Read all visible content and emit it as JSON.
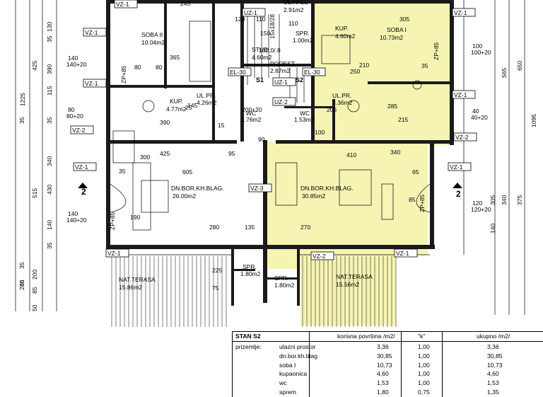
{
  "rooms": {
    "ul_hall": {
      "name": "UL.HALL",
      "area": "2.91m2"
    },
    "soba_ii": {
      "name": "SOBA II",
      "area": "10.04m2"
    },
    "soba_i": {
      "name": "SOBA I",
      "area": "10.73m2"
    },
    "kup_right": {
      "name": "KUP.",
      "area": "4.60m2"
    },
    "spr_top": {
      "name": "SPR.",
      "area": "1.00m2"
    },
    "stub": {
      "name": "STUB",
      "area": "4.60m2"
    },
    "podest": {
      "name": "PODEST",
      "area": "2.87m2"
    },
    "kup_left": {
      "name": "KUP.",
      "area": "4.77m2"
    },
    "ul_pr_left": {
      "name": "UL.PR.",
      "area": "4.26m2"
    },
    "ul_pr_right": {
      "name": "UL.PR.",
      "area": "3.36m2"
    },
    "wc_left": {
      "name": "WC",
      "area": "1.76m2"
    },
    "wc_right": {
      "name": "WC",
      "area": "1.53m2"
    },
    "dn_left": {
      "name": "DN.BOR.KH.BLAG.",
      "area": "26.00m2"
    },
    "dn_right": {
      "name": "DN.BOR.KH.BLAG.",
      "area": "30.85m2"
    },
    "terasa_left": {
      "name": "NAT.TERASA",
      "area": "15.86m2"
    },
    "terasa_right": {
      "name": "NAT.TERASA",
      "area": "15.56m2"
    },
    "spr_left": {
      "name": "SPR.",
      "area": "1.80m2"
    },
    "spr_right": {
      "name": "SPR.",
      "area": "1.80m2"
    }
  },
  "tags": {
    "vz1": "VZ-1",
    "vz2": "VZ-2",
    "vz3": "VZ-3",
    "uz1": "UZ-1",
    "uz2": "UZ-2",
    "el": "EL-30",
    "s1": "S1",
    "s2": "S2",
    "section": "2"
  },
  "dims_left": {
    "total": "1225",
    "parts": [
      "425",
      "515",
      "200",
      "85",
      "50"
    ],
    "inner": [
      "130",
      "35",
      "390",
      "115",
      "35",
      "340",
      "430",
      "140",
      "35",
      "35",
      "280",
      "35",
      "85"
    ],
    "openings": [
      "140\n+20",
      "80\n+20",
      "140\n+20"
    ]
  },
  "dims_right": {
    "total": "1095",
    "parts": [
      "650",
      "375",
      "565",
      "340",
      "305",
      "140"
    ],
    "inner": [
      "100\n+20",
      "40\n+20",
      "120\n+20"
    ]
  },
  "dims_plan": [
    "245",
    "110",
    "305",
    "365",
    "425",
    "605",
    "410",
    "95",
    "280",
    "270",
    "135",
    "190",
    "85",
    "65",
    "35",
    "90",
    "100",
    "225",
    "75",
    "25",
    "300",
    "390",
    "340",
    "205",
    "150",
    "110",
    "35",
    "15",
    "80",
    "120",
    "145",
    "80",
    "285",
    "215",
    "210",
    "250"
  ],
  "misc_labels": {
    "zp85": "ZP+85",
    "stair_1": "102.0/.8",
    "stair_2": "15x18/28",
    "dim_200": "200+20"
  },
  "table": {
    "title": "STAN S2",
    "col_area": "korisna površina /m2/",
    "col_k": "\"k\"",
    "col_total": "ukupno /m2/",
    "floor_label": "prizemlje:",
    "rows": [
      {
        "name": "ulazni prostor",
        "area": "3,36",
        "k": "1,00",
        "total": "3,36"
      },
      {
        "name": "dn.bor.kh.blag",
        "area": "30,85",
        "k": "1,00",
        "total": "30,85"
      },
      {
        "name": "soba I",
        "area": "10,73",
        "k": "1,00",
        "total": "10,73"
      },
      {
        "name": "kupaonica",
        "area": "4,60",
        "k": "1,00",
        "total": "4,60"
      },
      {
        "name": "wc",
        "area": "1,53",
        "k": "1,00",
        "total": "1,53"
      },
      {
        "name": "sprem",
        "area": "1,80",
        "k": "0,75",
        "total": "1,35"
      }
    ]
  }
}
